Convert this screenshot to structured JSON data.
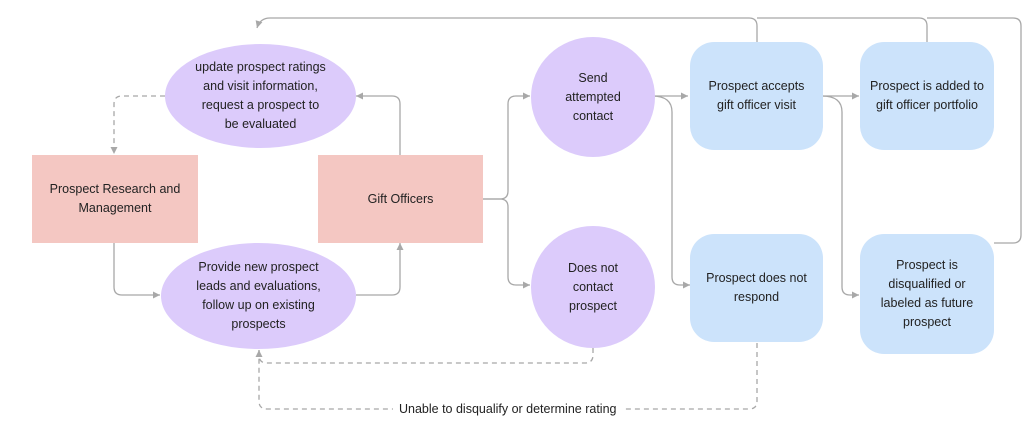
{
  "colors": {
    "ellipse_fill": "#dccbfb",
    "rect_fill": "#f4c7c2",
    "rounded_fill": "#cce3fb",
    "line": "#a8a8a8",
    "background": "#ffffff"
  },
  "nodes": {
    "update_ratings": "update prospect ratings\nand visit information,\nrequest a prospect to\nbe evaluated",
    "research": "Prospect Research and\nManagement",
    "provide_leads": "Provide new prospect\nleads and evaluations,\nfollow up on existing\nprospects",
    "gift_officers": "Gift Officers",
    "send_contact": "Send\nattempted\ncontact",
    "no_contact": "Does not\ncontact\nprospect",
    "accepts_visit": "Prospect accepts\ngift officer visit",
    "no_respond": "Prospect does not\nrespond",
    "added_portfolio": "Prospect is added to\ngift officer portfolio",
    "disqualified": "Prospect is\ndisqualified or\nlabeled as future\nprospect"
  },
  "edge_labels": {
    "unable": "Unable to disqualify or determine rating"
  }
}
